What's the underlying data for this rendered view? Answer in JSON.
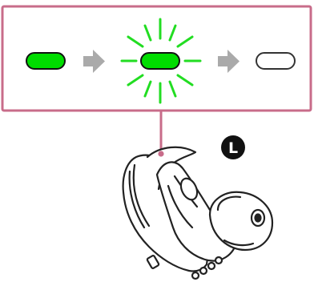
{
  "side_badge": {
    "letter": "L"
  },
  "indicator_sequence": [
    {
      "state": "lit"
    },
    {
      "state": "flashing"
    },
    {
      "state": "off"
    }
  ],
  "colors": {
    "frame": "#c86c8a",
    "led_green": "#00dd00",
    "led_flash": "#22dd22",
    "led_off_fill": "#ffffff",
    "led_off_stroke": "#333333",
    "arrow": "#aaaaaa",
    "badge": "#111111",
    "outline": "#222222"
  }
}
